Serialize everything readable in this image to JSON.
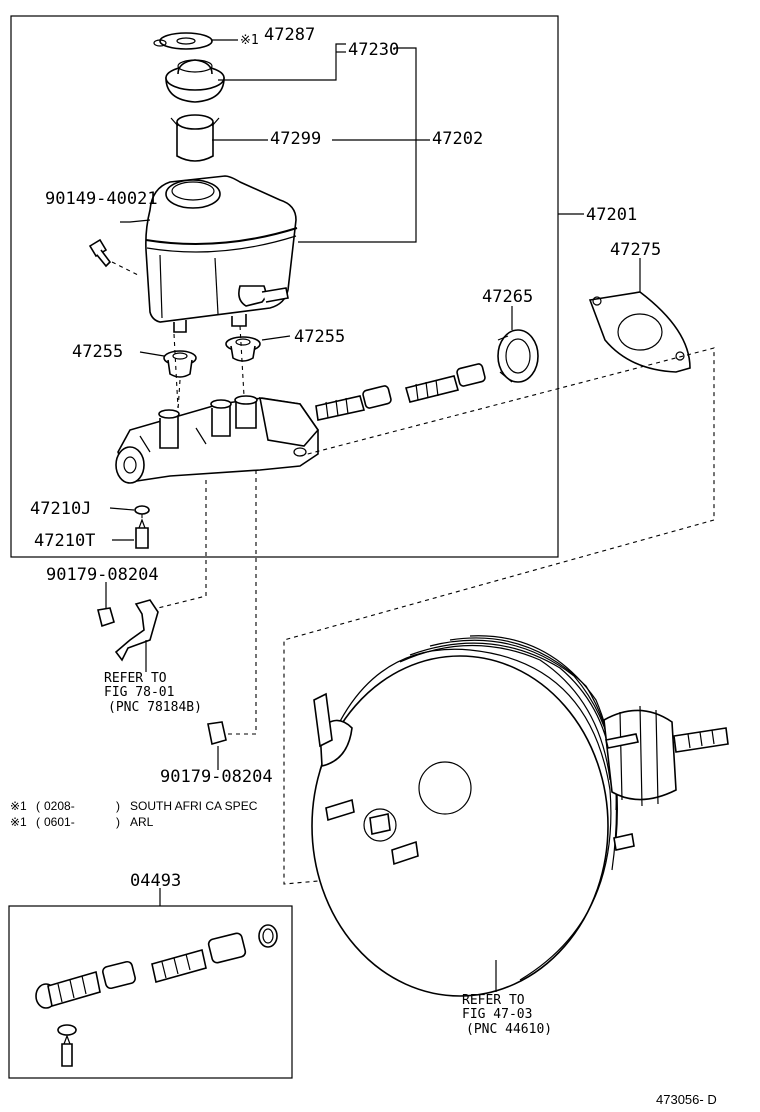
{
  "diagram": {
    "part_numbers": {
      "p47287": "47287",
      "p47230": "47230",
      "p47299": "47299",
      "p47202": "47202",
      "p90149": "90149-40021",
      "p47201": "47201",
      "p47275": "47275",
      "p47265": "47265",
      "p47255_left": "47255",
      "p47255_right": "47255",
      "p47210J": "47210J",
      "p47210T": "47210T",
      "p90179_top": "90179-08204",
      "p90179_bottom": "90179-08204",
      "p04493": "04493"
    },
    "mark_47287": "※1",
    "references": {
      "ref_fig78": {
        "line1": "REFER TO",
        "line2": "FIG 78-01",
        "line3": "(PNC 78184B)"
      },
      "ref_fig47": {
        "line1": "REFER TO",
        "line2": "FIG 47-03",
        "line3": "(PNC 44610)"
      }
    },
    "notes": [
      {
        "mark": "※1",
        "open": "(",
        "date": "0208-",
        "close": ")",
        "text": "SOUTH AFRI CA SPEC"
      },
      {
        "mark": "※1",
        "open": "(",
        "date": "0601-",
        "close": ")",
        "text": "ARL"
      }
    ],
    "figure_id": "473056- D"
  }
}
